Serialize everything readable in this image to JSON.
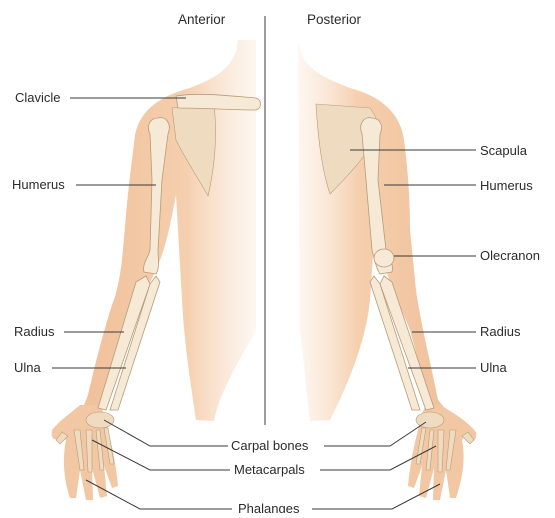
{
  "views": {
    "anterior": "Anterior",
    "posterior": "Posterior"
  },
  "labels": {
    "clavicle": "Clavicle",
    "humerus_left": "Humerus",
    "radius_left": "Radius",
    "ulna_left": "Ulna",
    "scapula": "Scapula",
    "humerus_right": "Humerus",
    "olecranon": "Olecranon",
    "radius_right": "Radius",
    "ulna_right": "Ulna",
    "carpal_bones": "Carpal bones",
    "metacarpals": "Metacarpals",
    "phalanges": "Phalanges"
  },
  "colors": {
    "skin": "#f2c7a3",
    "bone": "#f6ead6",
    "leader": "#3a3a3a"
  }
}
